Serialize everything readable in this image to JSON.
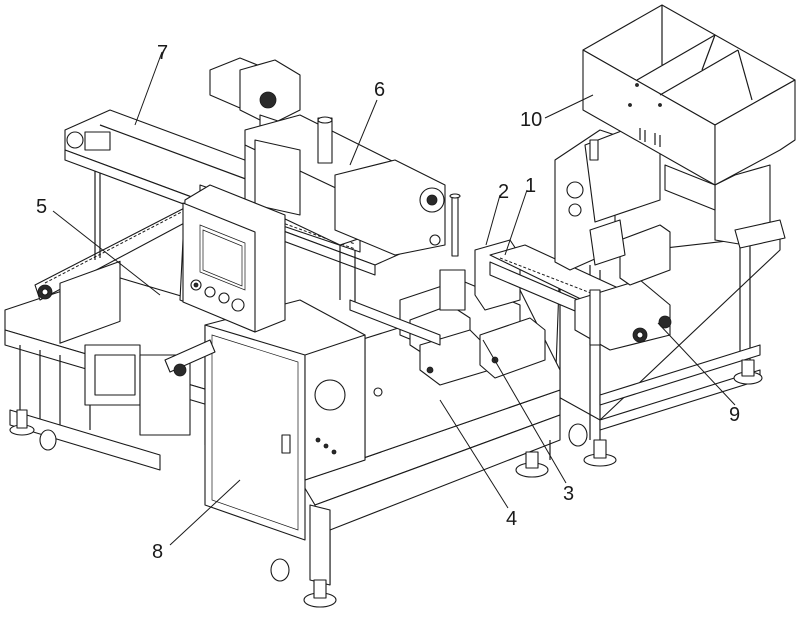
{
  "figure": {
    "type": "patent-line-drawing",
    "subject": "automated assembly machine, isometric view",
    "callouts": [
      {
        "id": "1",
        "label": "1"
      },
      {
        "id": "2",
        "label": "2"
      },
      {
        "id": "3",
        "label": "3"
      },
      {
        "id": "4",
        "label": "4"
      },
      {
        "id": "5",
        "label": "5"
      },
      {
        "id": "6",
        "label": "6"
      },
      {
        "id": "7",
        "label": "7"
      },
      {
        "id": "8",
        "label": "8"
      },
      {
        "id": "9",
        "label": "9"
      },
      {
        "id": "10",
        "label": "10"
      }
    ],
    "components": {
      "hopper": "feed hopper (10)",
      "control_panel": "touch screen with four push buttons",
      "cabinet": "electrical cabinet door (8)",
      "conveyor_left": "belt conveyor (5)",
      "gantry": "linear module / drag chain (7)",
      "motor_unit": "motor drive assembly (6)",
      "conveyor_right": "belt conveyor (9)"
    }
  }
}
